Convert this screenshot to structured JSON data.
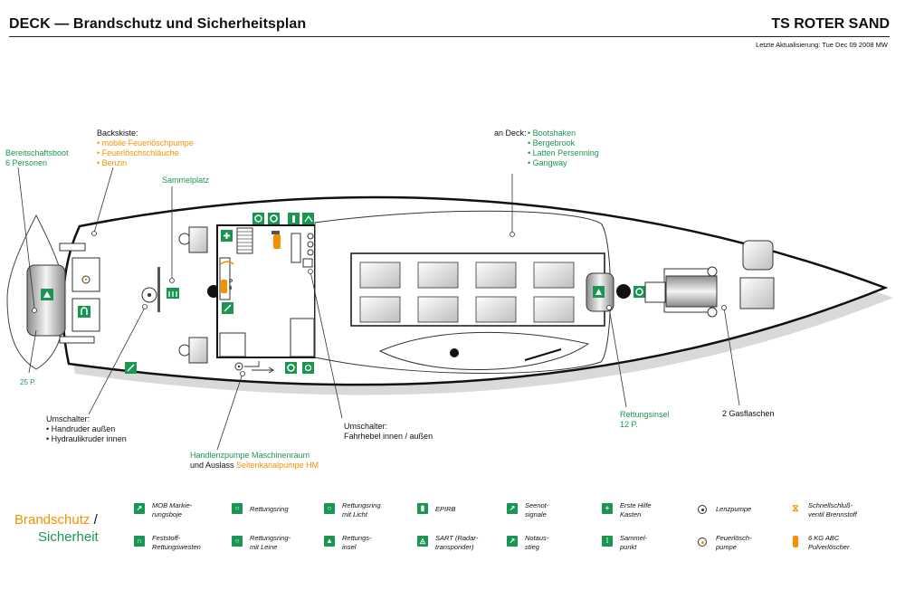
{
  "header": {
    "title": "DECK — Brandschutz und Sicherheitsplan",
    "ship": "TS ROTER SAND",
    "updated": "Letzte Aktualisierung: Tue Dec 09 2008 MW"
  },
  "labels": {
    "bereitschaftsboot": [
      "Bereitschaftsboot",
      "6 Personen"
    ],
    "boat_capacity": "25 P.",
    "backskiste_title": "Backskiste:",
    "backskiste_items": [
      "mobile Feuerlöschpumpe",
      "Feuerlöschschläuche",
      "Benzin"
    ],
    "sammelplatz": "Sammelplatz",
    "an_deck_title": "an Deck:",
    "an_deck_items": [
      "Bootshaken",
      "Bergebrook",
      "Latten Persenning",
      "Gangway"
    ],
    "umschalter1_title": "Umschalter:",
    "umschalter1_items": [
      "Handruder außen",
      "Hydraulikruder innen"
    ],
    "umschalter2": [
      "Umschalter:",
      "Fahrhebel innen / außen"
    ],
    "handlenz": "Handlenzpumpe Maschinenraum",
    "auslass_prefix": "und Auslass ",
    "auslass_pump": "Seitenkanalpumpe HM",
    "rettungsinsel": [
      "Rettungsinsel",
      "12 P."
    ],
    "gasflaschen": "2 Gasflaschen",
    "extinguisher_mark": [
      "P",
      "6"
    ]
  },
  "legend": {
    "brandschutz": "Brandschutz",
    "slash": "/",
    "sicherheit": "Sicherheit",
    "items": [
      {
        "icon": "mob-marker-icon",
        "text": [
          "MOB Markie-",
          "rungsboje"
        ]
      },
      {
        "icon": "lifebuoy-icon",
        "text": [
          "Rettungsring"
        ]
      },
      {
        "icon": "lifebuoy-light-icon",
        "text": [
          "Rettungsring",
          "mit Licht"
        ]
      },
      {
        "icon": "epirb-icon",
        "text": [
          "EPIRB"
        ]
      },
      {
        "icon": "distress-signal-icon",
        "text": [
          "Seenot-",
          "signale"
        ]
      },
      {
        "icon": "first-aid-icon",
        "text": [
          "Erste Hilfe",
          "Kasten"
        ]
      },
      {
        "icon": "bilge-pump-icon",
        "text": [
          "Lenzpumpe"
        ]
      },
      {
        "icon": "shutoff-valve-icon",
        "text": [
          "Schnellschluß-",
          "ventil Brennstoff"
        ]
      },
      {
        "icon": "life-jacket-icon",
        "text": [
          "Feststoff-",
          "Rettungswesten"
        ]
      },
      {
        "icon": "lifebuoy-line-icon",
        "text": [
          "Rettungsring-",
          "mit Leine"
        ]
      },
      {
        "icon": "liferaft-icon",
        "text": [
          "Rettungs-",
          "insel"
        ]
      },
      {
        "icon": "sart-icon",
        "text": [
          "SART (Radar-",
          "transponder)"
        ]
      },
      {
        "icon": "emergency-exit-icon",
        "text": [
          "Notaus-",
          "stieg"
        ]
      },
      {
        "icon": "muster-point-icon",
        "text": [
          "Sammel-",
          "punkt"
        ]
      },
      {
        "icon": "fire-pump-icon",
        "text": [
          "Feuerlösch-",
          "pumpe"
        ]
      },
      {
        "icon": "extinguisher-icon",
        "text": [
          "6 KG ABC",
          "Pulverlöscher"
        ]
      }
    ]
  },
  "colors": {
    "green": "#1b9652",
    "orange": "#f39200"
  }
}
